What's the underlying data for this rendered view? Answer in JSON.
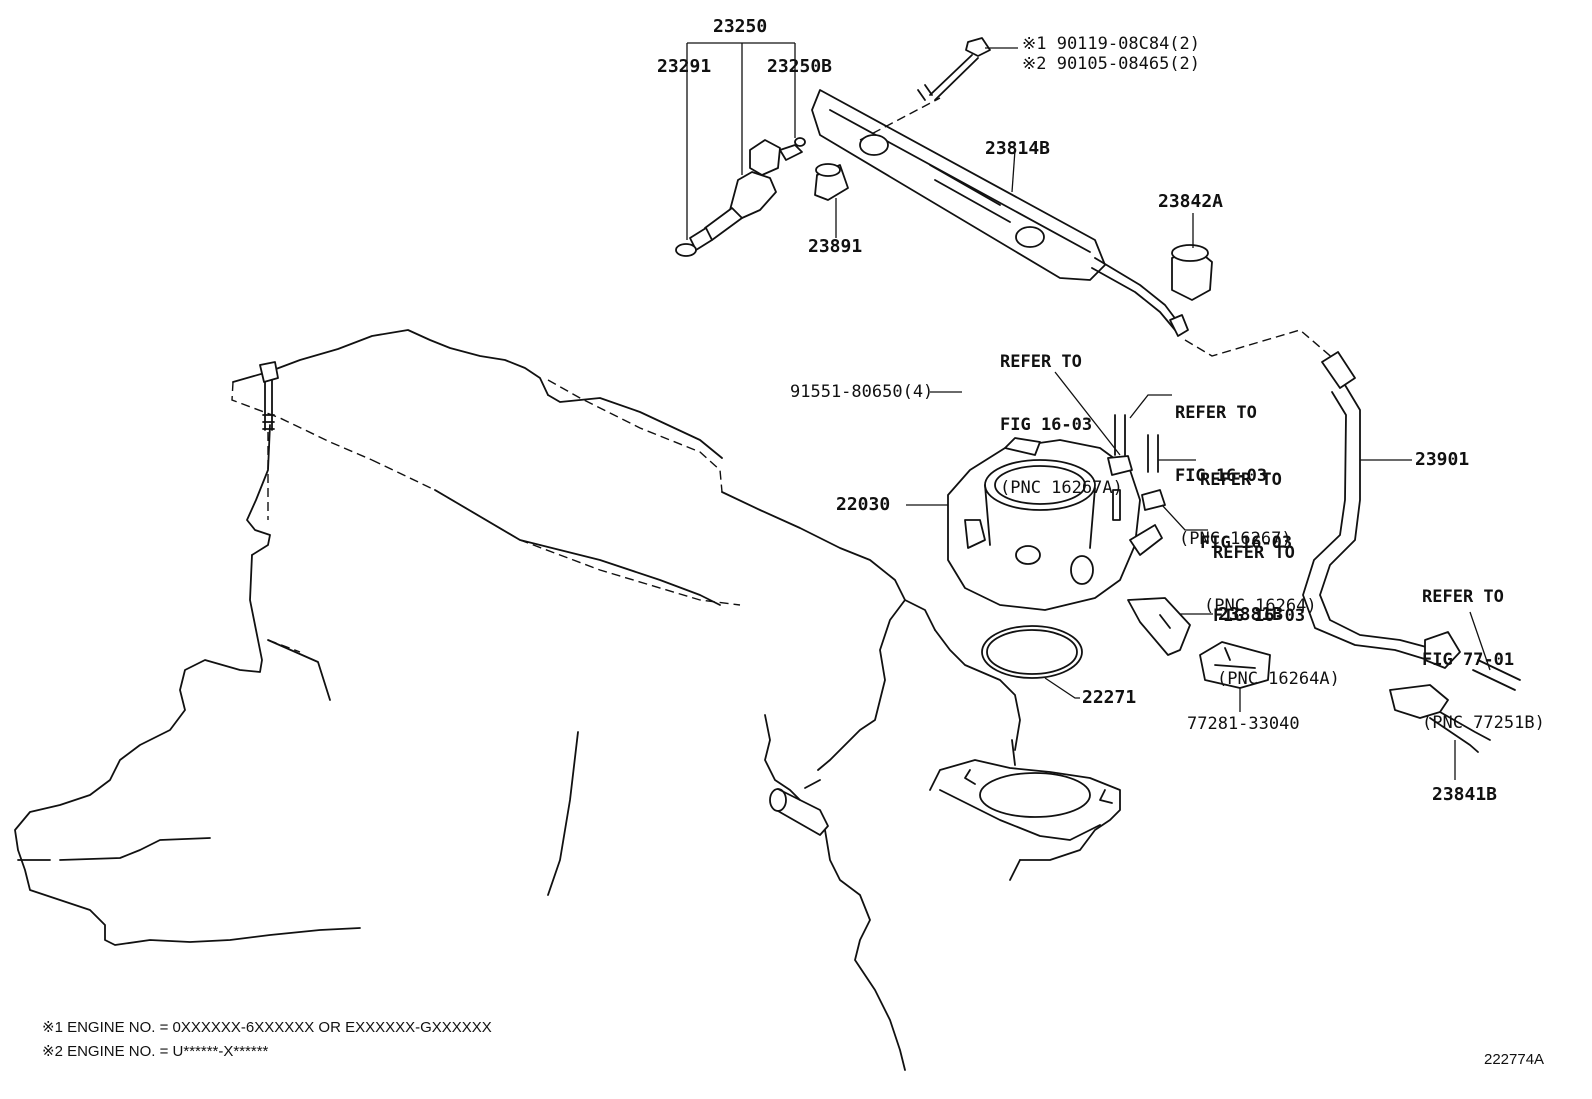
{
  "figure_id": "222774A",
  "parts": {
    "injector_assy": "23250",
    "injector_insulator": "23291",
    "injector_oring": "23250B",
    "rail_bolt": "※1 90119-08C84(2)\n※2 90105-08465(2)",
    "delivery_pipe": "23814B",
    "spacer": "23891",
    "hose_clamp": "23842A",
    "throttle_bolt": "91551-80650(4)",
    "throttle_body": "22030",
    "fuel_hose": "23901",
    "bracket": "23881B",
    "gasket": "22271",
    "clamp": "77281-33040",
    "clip": "23841B"
  },
  "refs": {
    "r1": [
      "REFER TO",
      "FIG 16-03",
      "(PNC 16267A)"
    ],
    "r2": [
      "REFER TO",
      "FIG 16-03",
      "(PNC 16267)"
    ],
    "r3": [
      "REFER TO",
      "FIG 16-03",
      "(PNC 16264)"
    ],
    "r4": [
      "REFER TO",
      "FIG 16-03",
      "(PNC 16264A)"
    ],
    "r5": [
      "REFER TO",
      "FIG 77-01",
      "(PNC 77251B)"
    ]
  },
  "notes": {
    "n1": "※1 ENGINE NO. = 0XXXXXX-6XXXXXX OR EXXXXXX-GXXXXXX",
    "n2": "※2 ENGINE NO. = U******-X******"
  },
  "icons": [
    "engine-outline",
    "injector-icon",
    "delivery-pipe-icon",
    "throttle-body-icon",
    "gasket-icon",
    "fuel-hose-icon",
    "clamp-icon",
    "clip-icon"
  ]
}
